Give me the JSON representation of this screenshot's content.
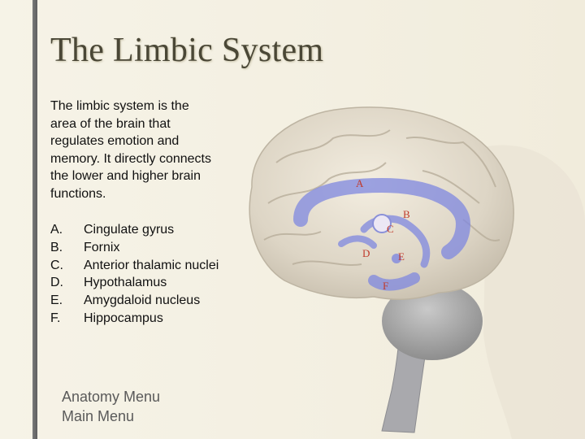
{
  "slide": {
    "title": "The Limbic System",
    "description": "The limbic system is the area of the brain that regulates emotion and memory. It directly connects the lower and higher brain functions.",
    "items": [
      {
        "letter": "A.",
        "name": "Cingulate gyrus"
      },
      {
        "letter": "B.",
        "name": "Fornix"
      },
      {
        "letter": "C.",
        "name": "Anterior thalamic nuclei"
      },
      {
        "letter": "D.",
        "name": "Hypothalamus"
      },
      {
        "letter": "E.",
        "name": "Amygdaloid nucleus"
      },
      {
        "letter": "F.",
        "name": "Hippocampus"
      }
    ]
  },
  "figure": {
    "labels": [
      "A",
      "B",
      "C",
      "D",
      "E",
      "F"
    ],
    "label_color": "#c0392b",
    "highlight_color": "#7f88e0"
  },
  "menu": {
    "anatomy_menu": "Anatomy Menu",
    "main_menu": "Main Menu"
  }
}
